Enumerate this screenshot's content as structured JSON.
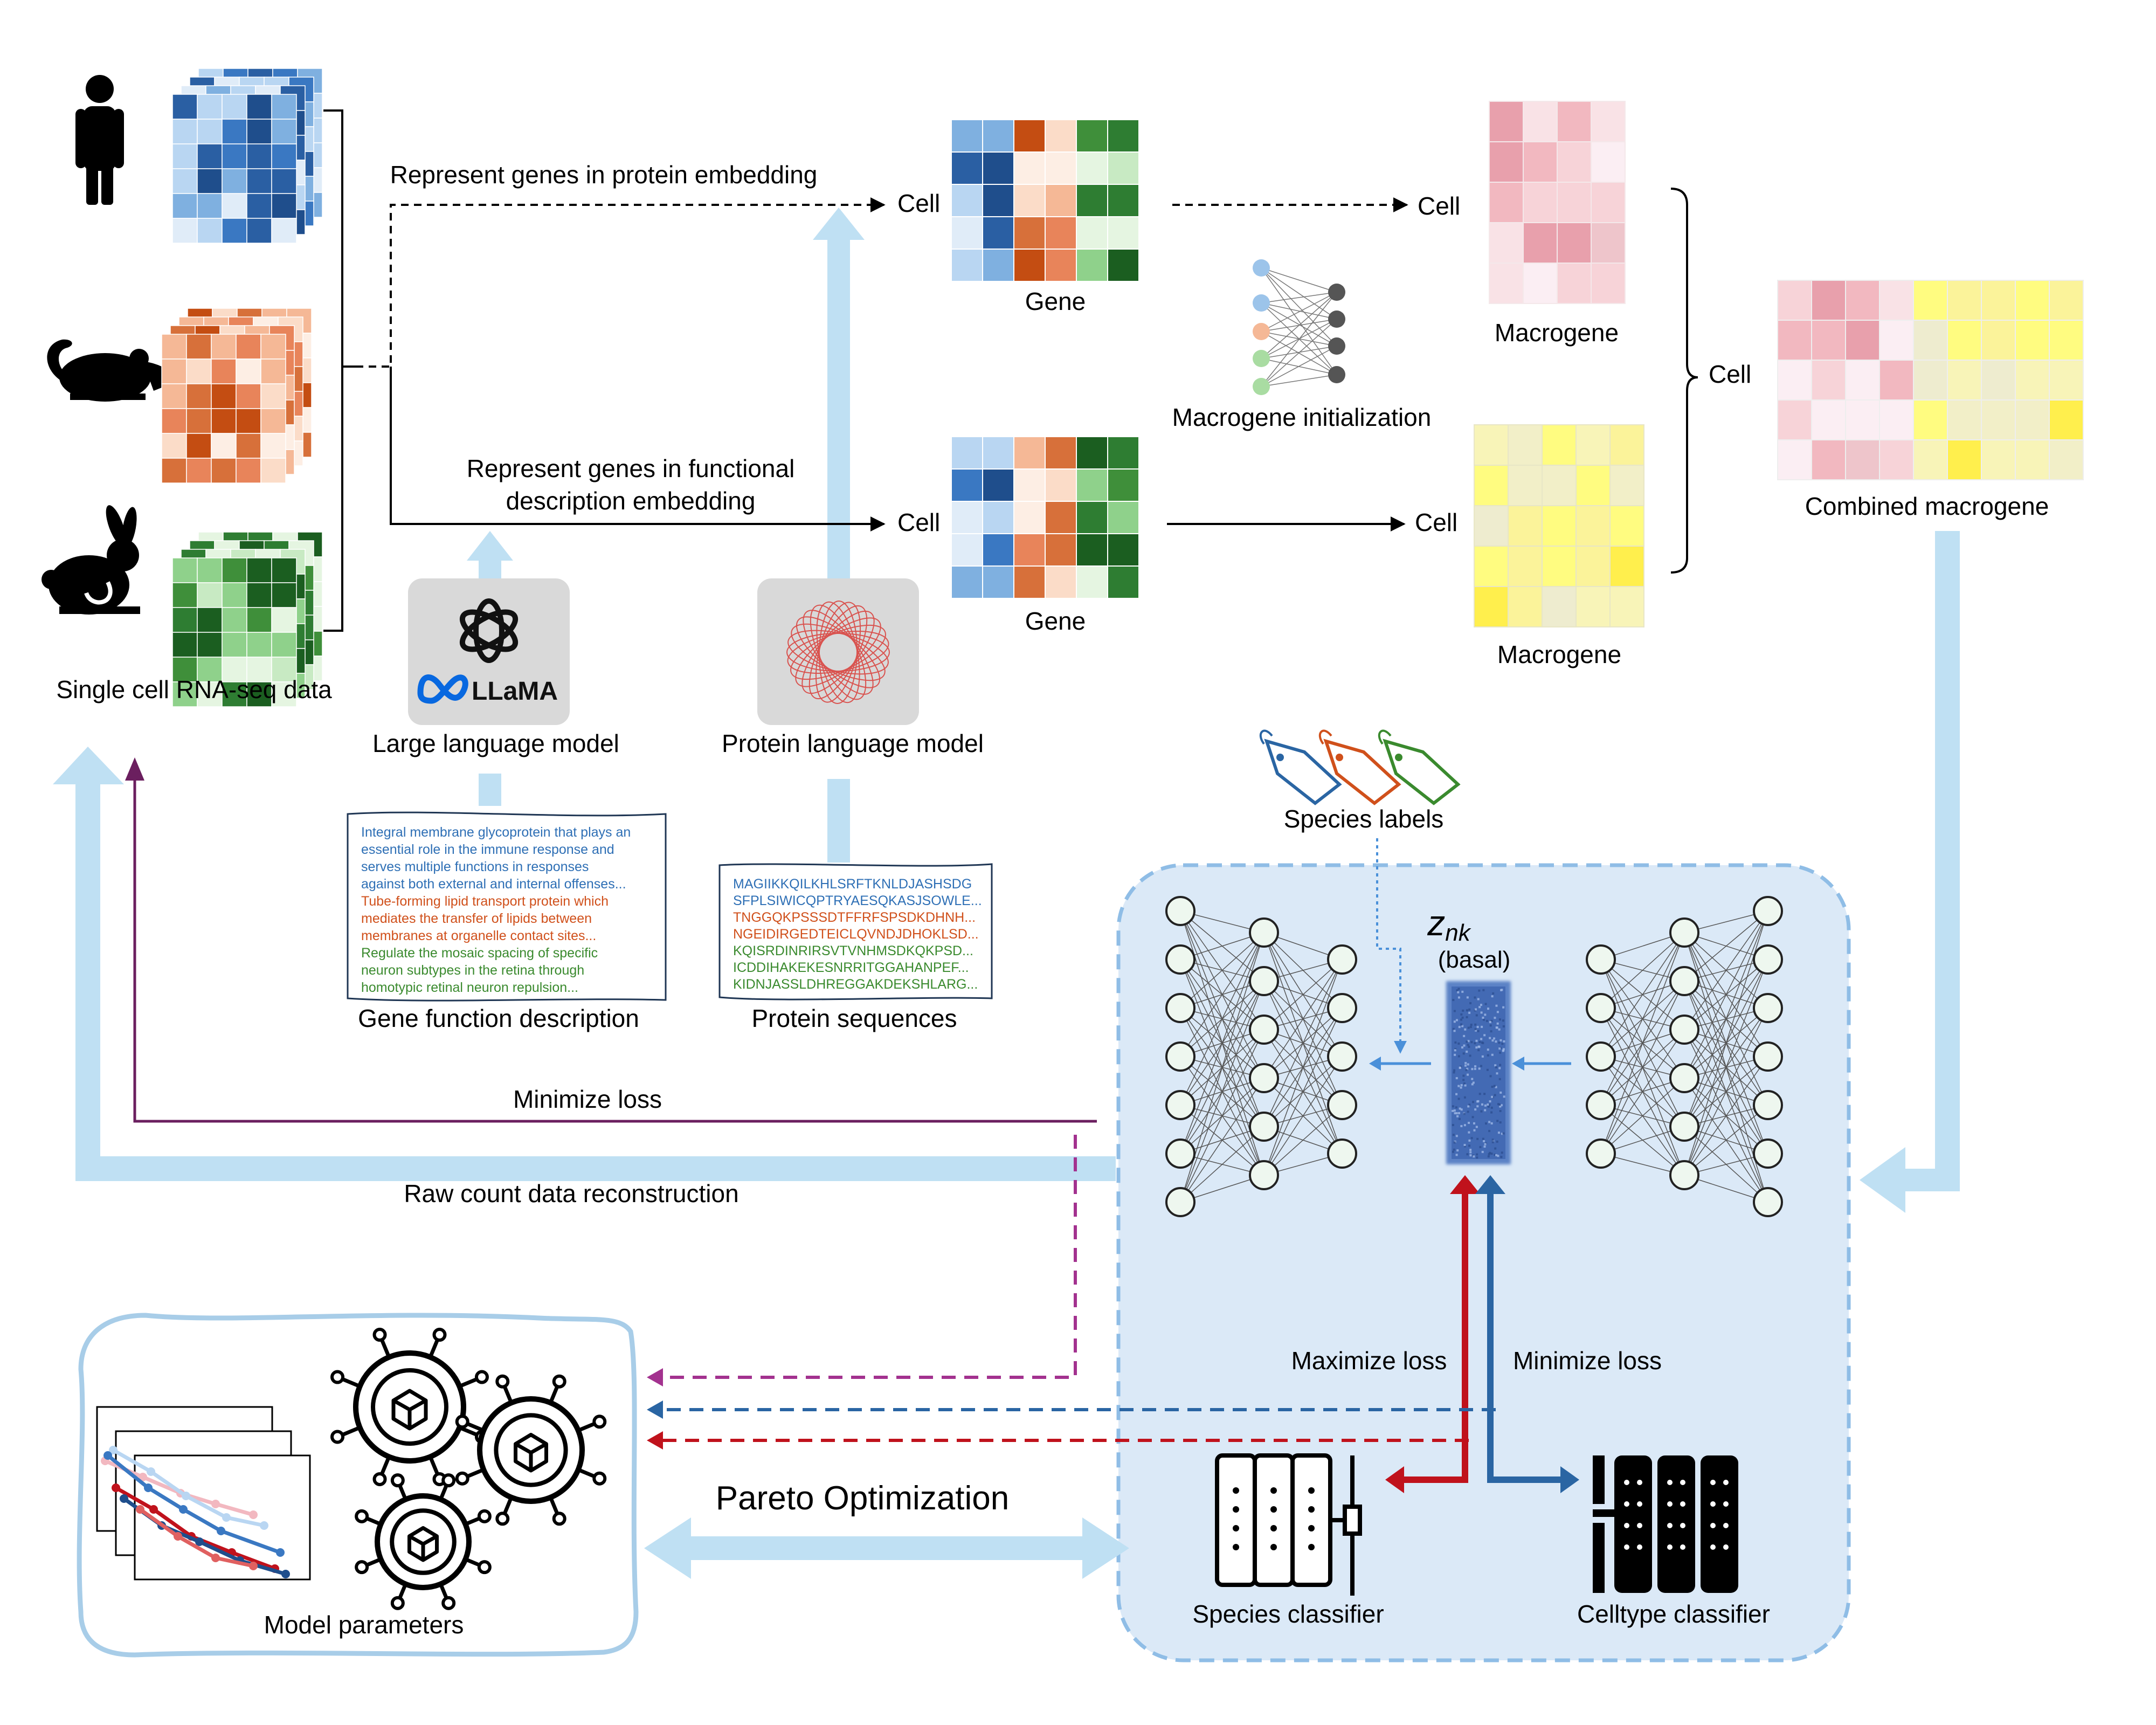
{
  "labels": {
    "sc_data": "Single cell RNA-seq data",
    "represent_protein": "Represent genes in protein embedding",
    "represent_function_line1": "Represent genes in functional",
    "represent_function_line2": "description embedding",
    "cell": "Cell",
    "gene": "Gene",
    "macrogene": "Macrogene",
    "macrogene_init": "Macrogene initialization",
    "combined_macrogene": "Combined macrogene",
    "llm": "Large language model",
    "llama": "LLaMA",
    "plm": "Protein language model",
    "gene_function_description": "Gene function description",
    "protein_sequences": "Protein sequences",
    "species_labels": "Species labels",
    "z_symbol": "z",
    "z_subscript": "nk",
    "basal": "(basal)",
    "minimize_loss": "Minimize loss",
    "maximize_loss": "Maximize loss",
    "raw_count": "Raw count data reconstruction",
    "pareto": "Pareto Optimization",
    "model_parameters": "Model parameters",
    "species_classifier": "Species classifier",
    "celltype_classifier": "Celltype classifier"
  },
  "description_lines": [
    {
      "text": "Integral membrane glycoprotein that plays an",
      "color": "#2e6fb5"
    },
    {
      "text": "essential role in the immune response and",
      "color": "#2e6fb5"
    },
    {
      "text": "serves multiple functions in responses",
      "color": "#2e6fb5"
    },
    {
      "text": "against both external and internal offenses...",
      "color": "#2e6fb5"
    },
    {
      "text": "Tube-forming lipid transport protein which",
      "color": "#d0501b"
    },
    {
      "text": "mediates the transfer of lipids between",
      "color": "#d0501b"
    },
    {
      "text": "membranes at organelle contact sites...",
      "color": "#d0501b"
    },
    {
      "text": "Regulate the mosaic spacing of specific",
      "color": "#3a8a2e"
    },
    {
      "text": "neuron subtypes in the retina through",
      "color": "#3a8a2e"
    },
    {
      "text": "homotypic retinal neuron repulsion...",
      "color": "#3a8a2e"
    }
  ],
  "sequence_lines": [
    {
      "text": "MAGIIKKQILKHLSRFTKNLDJASHSDG",
      "color": "#2e6fb5"
    },
    {
      "text": "SFPLSIWICQPTRYAESQKASJSOWLE...",
      "color": "#2e6fb5"
    },
    {
      "text": "TNGGQKPSSSDTFFRFSPSDKDHNH...",
      "color": "#d0501b"
    },
    {
      "text": "NGEIDIRGEDTEICLQVNDJDHOKLSD...",
      "color": "#d0501b"
    },
    {
      "text": "KQISRDINRIRSVTVNHMSDKQKPSD...",
      "color": "#3a8a2e"
    },
    {
      "text": "ICDDIHAKEKESNRRITGGAHANPEF...",
      "color": "#3a8a2e"
    },
    {
      "text": "KIDNJASSLDHREGGAKDEKSHLARG...",
      "color": "#3a8a2e"
    }
  ],
  "colors": {
    "light_blue_arrow": "#bfe0f3",
    "purple": "#6b1f5f",
    "magenta_dashed": "#a3328f",
    "blue": "#2a65a3",
    "red": "#c0121c",
    "panel_fill": "#dbe9f7",
    "panel_border": "#8fbde6"
  }
}
